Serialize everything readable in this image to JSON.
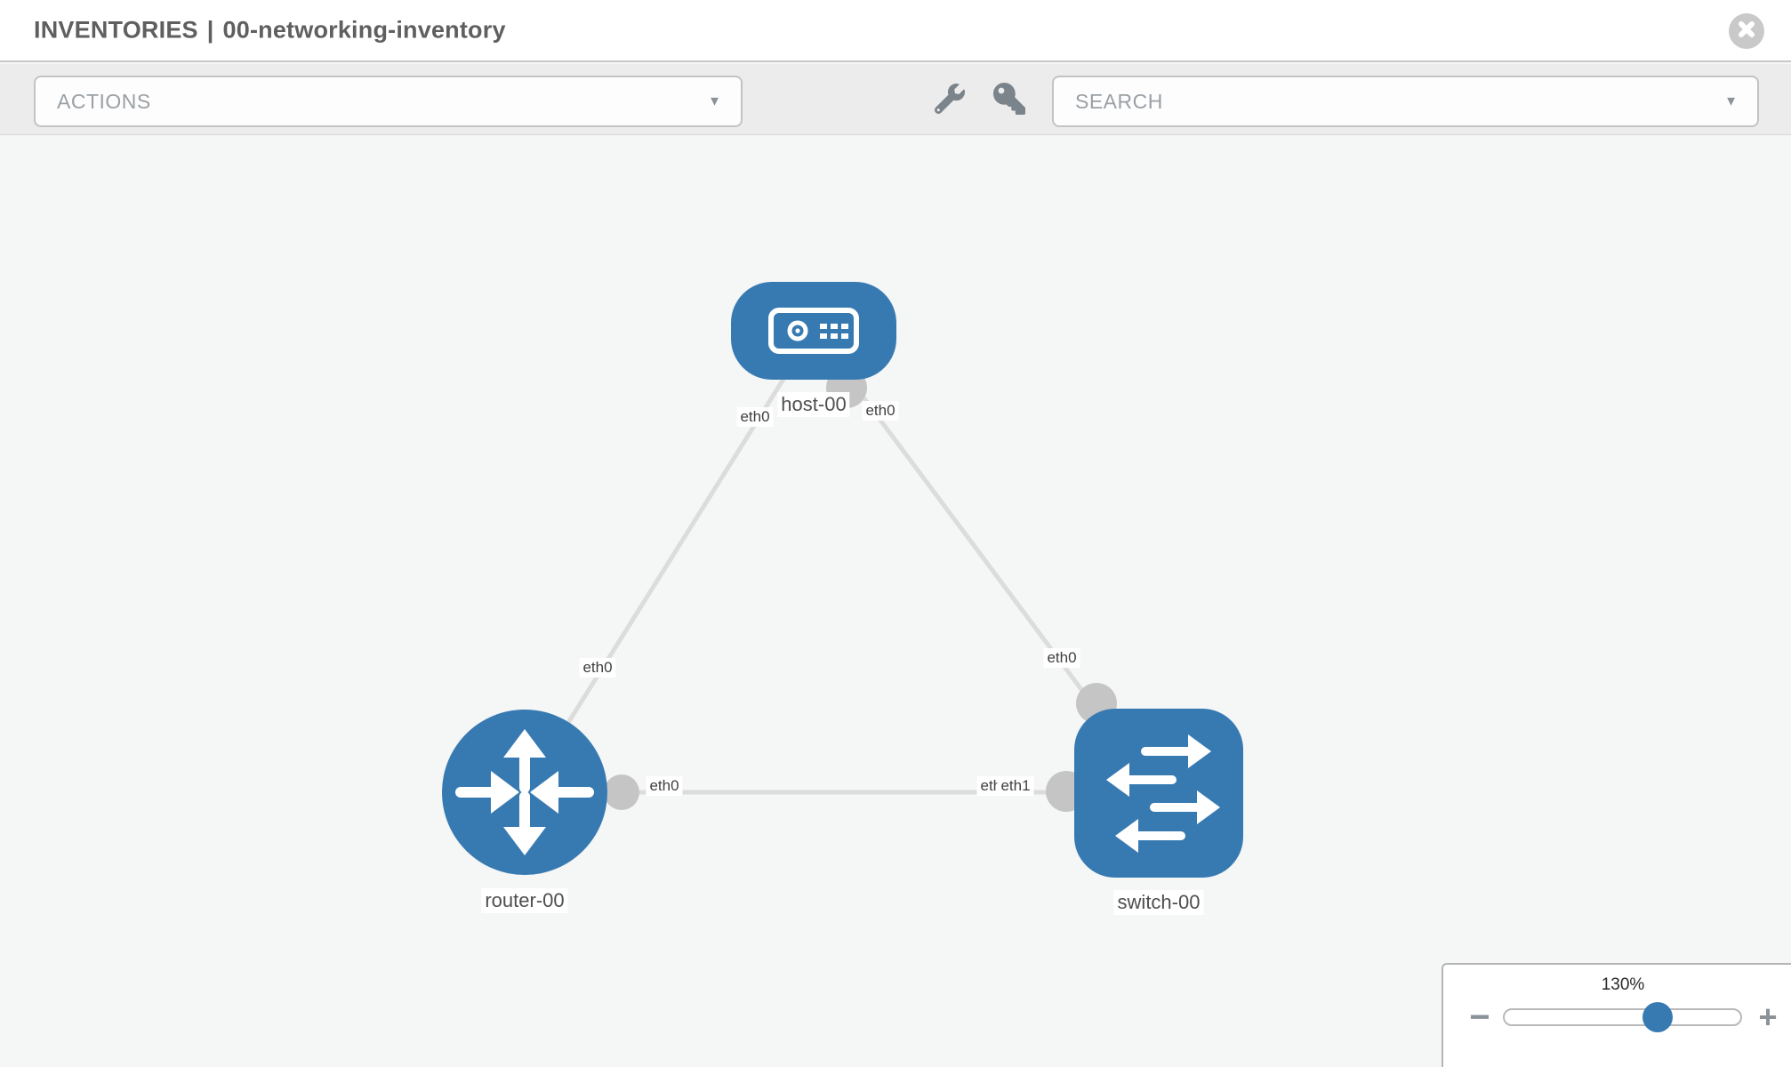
{
  "header": {
    "section": "INVENTORIES",
    "separator": "|",
    "inventory_name": "00-networking-inventory"
  },
  "toolbar": {
    "actions_label": "ACTIONS",
    "search_label": "SEARCH"
  },
  "topology": {
    "nodes": [
      {
        "id": "host-00",
        "type": "host",
        "label": "host-00"
      },
      {
        "id": "router-00",
        "type": "router",
        "label": "router-00"
      },
      {
        "id": "switch-00",
        "type": "switch",
        "label": "switch-00"
      }
    ],
    "links": [
      {
        "from": "host-00",
        "to": "router-00",
        "from_interface": "eth0",
        "to_interface": "eth0"
      },
      {
        "from": "host-00",
        "to": "switch-00",
        "from_interface": "eth0",
        "to_interface": "eth0"
      },
      {
        "from": "router-00",
        "to": "switch-00",
        "from_interface": "eth0",
        "to_interface": "eth1"
      }
    ],
    "interface_labels": {
      "host_left": "eth0",
      "host_right": "eth0",
      "host_router_mid": "eth0",
      "host_switch_mid": "eth0",
      "router_side": "eth0",
      "switch_side_hidden": "eth0",
      "switch_side": "eth1"
    }
  },
  "zoom_control": {
    "level": "130%",
    "minus_label": "−",
    "plus_label": "+"
  },
  "colors": {
    "node_blue": "#377ab2",
    "link_gray": "#dcdcdc",
    "connector_gray": "#c5c5c5",
    "icon_gray": "#7b848b",
    "toolbar_bg": "#ececec",
    "canvas_bg": "#f5f6f6"
  }
}
